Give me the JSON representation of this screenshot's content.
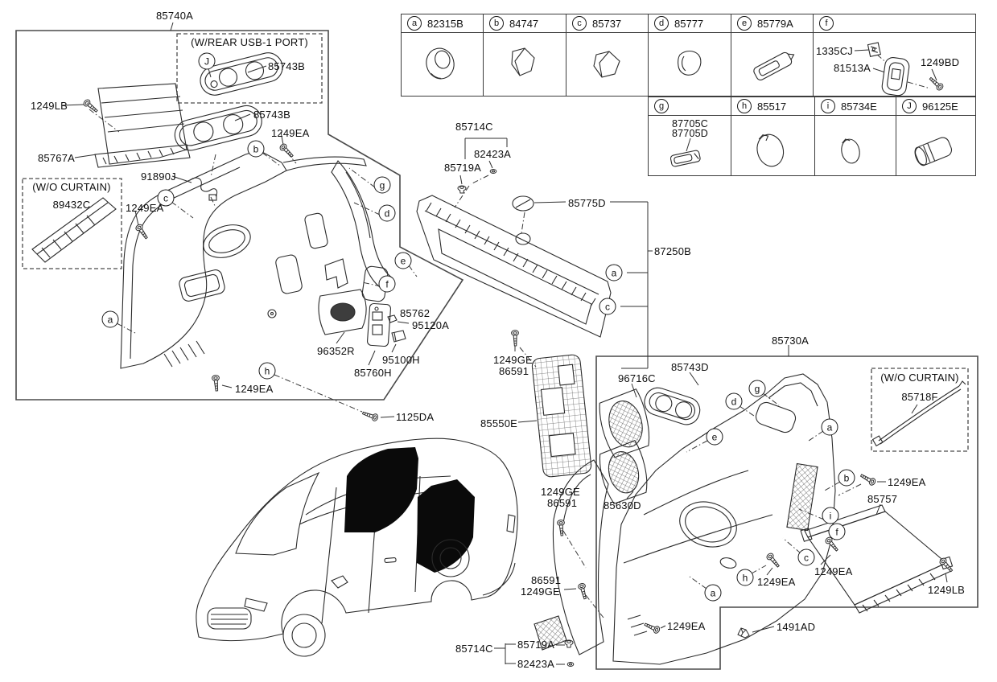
{
  "callouts": {
    "a": "a",
    "b": "b",
    "c": "c",
    "d": "d",
    "e": "e",
    "f": "f",
    "g": "g",
    "h": "h",
    "i": "i",
    "J": "J"
  },
  "option_notes": {
    "rear_usb": "(W/REAR USB-1 PORT)",
    "wo_curtain": "(W/O CURTAIN)"
  },
  "table": {
    "row1": [
      {
        "letter": "a",
        "part": "82315B"
      },
      {
        "letter": "b",
        "part": "84747"
      },
      {
        "letter": "c",
        "part": "85737"
      },
      {
        "letter": "d",
        "part": "85777"
      },
      {
        "letter": "e",
        "part": "85779A"
      },
      {
        "letter": "f",
        "part": ""
      }
    ],
    "row2": [
      {
        "letter": "g",
        "part": ""
      },
      {
        "letter": "h",
        "part": "85517"
      },
      {
        "letter": "i",
        "part": "85734E"
      },
      {
        "letter": "J",
        "part": "96125E"
      }
    ],
    "f_cell_labels": {
      "clip": "1335CJ",
      "bezel": "81513A",
      "screw": "1249BD"
    },
    "g_cell_labels": {
      "line1": "87705C",
      "line2": "87705D"
    }
  },
  "diagram_labels": {
    "main_left": "85740A",
    "usb_tray": "85743B",
    "tray2": "85743B",
    "screw_1249LB_left": "1249LB",
    "curtain_left": "85767A",
    "sill_wo_curtain": "89432C",
    "wiring": "91890J",
    "screw_1249EA_usb": "1249EA",
    "screw_1249EA_left": "1249EA",
    "cover_85762": "85762",
    "clip_95120A": "95120A",
    "speaker_cover": "96352R",
    "jack_95100H": "95100H",
    "bracket_85760H": "85760H",
    "screw_1249EA_bottom": "1249EA",
    "screw_1125DA": "1125DA",
    "set_85714C_top": "85714C",
    "nut_82423A_top": "82423A",
    "grommet_85719A_top": "85719A",
    "screw_85775D": "85775D",
    "back_panel": "87250B",
    "screw_1249GE_top": "1249GE",
    "screw_86591_top": "86591",
    "mesh_85550E": "85550E",
    "grille_96716C": "96716C",
    "tray_85743D": "85743D",
    "grille_85630D": "85630D",
    "screw_1249GE_mid": "1249GE",
    "screw_86591_mid": "86591",
    "main_right": "85730A",
    "rod_85718F": "85718F",
    "screw_1249EA_r1": "1249EA",
    "curtain_85757": "85757",
    "screw_1249EA_r2": "1249EA",
    "screw_1249EA_r3": "1249EA",
    "screw_1249LB_right": "1249LB",
    "clip_1491AD": "1491AD",
    "screw_1249EA_r4": "1249EA",
    "screw_86591_bot": "86591",
    "screw_1249GE_bot": "1249GE",
    "set_85714C_bot": "85714C",
    "grommet_85719A_bot": "85719A",
    "nut_82423A_bot": "82423A"
  }
}
